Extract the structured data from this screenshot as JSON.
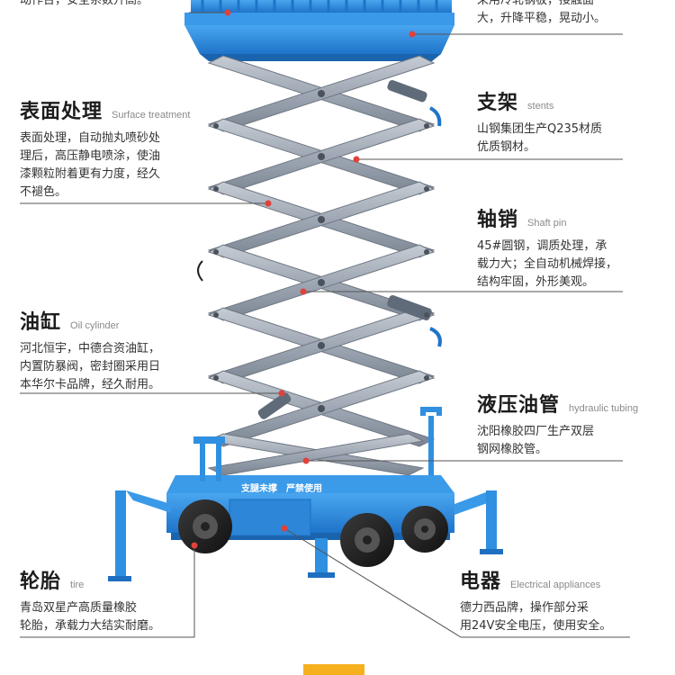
{
  "top_left_fragment": "动作台，安全系数升高。",
  "top_right_fragment": {
    "line1": "采用冷轧钢板，接触面",
    "line2": "大，升降平稳，晃动小。"
  },
  "callouts": {
    "surface": {
      "title": "表面处理",
      "title_en": "Surface treatment",
      "lines": [
        "表面处理，自动抛丸喷砂处",
        "理后，高压静电喷涂，使油",
        "漆颗粒附着更有力度，经久",
        "不褪色。"
      ]
    },
    "stents": {
      "title": "支架",
      "title_en": "stents",
      "lines": [
        "山钢集团生产Q235材质",
        "优质钢材。"
      ]
    },
    "shaft_pin": {
      "title": "轴销",
      "title_en": "Shaft pin",
      "lines": [
        "45#圆钢，调质处理，承",
        "载力大；全自动机械焊接，",
        "结构牢固，外形美观。"
      ]
    },
    "oil_cylinder": {
      "title": "油缸",
      "title_en": "Oil cylinder",
      "lines": [
        "河北恒宇，中德合资油缸，",
        "内置防暴阀，密封圈采用日",
        "本华尔卡品牌，经久耐用。"
      ]
    },
    "hydraulic": {
      "title": "液压油管",
      "title_en": "hydraulic tubing",
      "lines": [
        "沈阳橡胶四厂生产双层",
        "钢网橡胶管。"
      ]
    },
    "tire": {
      "title": "轮胎",
      "title_en": "tire",
      "lines": [
        "青岛双星产高质量橡胶",
        "轮胎，承载力大结实耐磨。"
      ]
    },
    "electrical": {
      "title": "电器",
      "title_en": "Electrical appliances",
      "lines": [
        "德力西品牌，操作部分采",
        "用24V安全电压，使用安全。"
      ]
    }
  },
  "base_sign": {
    "text1": "支腿未撑",
    "text2": "严禁使用"
  },
  "colors": {
    "blue": "#2f8fe0",
    "blue_dark": "#1f6fc0",
    "steel": "#9ea7b3",
    "steel_dark": "#6f7883",
    "leader": "#555555",
    "dot": "#e0413a",
    "accent": "#f6b01e"
  }
}
